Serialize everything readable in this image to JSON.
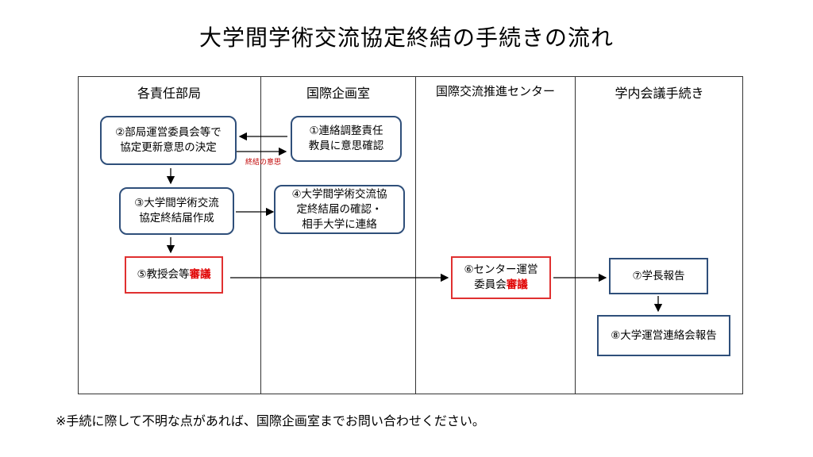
{
  "title": "大学間学術交流協定終結の手続きの流れ",
  "columns": [
    "各責任部局",
    "国際企画室",
    "国際交流推進センター",
    "学内会議手続き"
  ],
  "boxes": {
    "b1": "①連絡調整責任\n教員に意思確認",
    "b2": "②部局運営委員会等で\n協定更新意思の決定",
    "b3": "③大学間学術交流\n協定終結届作成",
    "b4": "④大学間学術交流協\n定終結届の確認・\n相手大学に連絡",
    "b5_prefix": "⑤教授会等",
    "b5_red": "審議",
    "b6_line1": "⑥センター運営",
    "b6_prefix": "委員会",
    "b6_red": "審議",
    "b7": "⑦学長報告",
    "b8": "⑧大学運営連絡会報告"
  },
  "arrow_label": "終結の意思",
  "note": "※手続に際して不明な点があれば、国際企画室までお問い合わせください。"
}
